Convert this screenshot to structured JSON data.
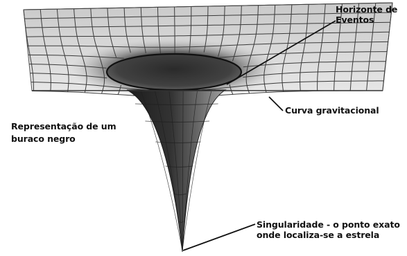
{
  "labels": {
    "horizon_line1": "Horizonte de",
    "horizon_line2": "Eventos",
    "curve": "Curva gravitacional",
    "representation_line1": "Representação de um",
    "representation_line2": "buraco negro",
    "singularity_line1": "Singularidade - o ponto exato",
    "singularity_line2": "onde localiza-se a estrela"
  },
  "colors": {
    "sheet": "#d4d4d4",
    "grid": "#3a3a3a",
    "funnel_dark": "#262626",
    "funnel_light": "#8e8e8e",
    "label_text": "#111111"
  }
}
